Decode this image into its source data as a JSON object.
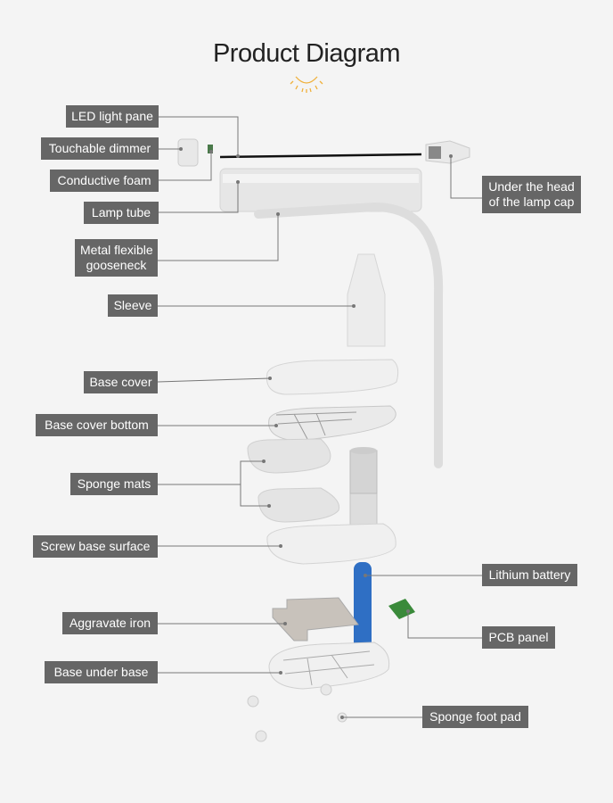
{
  "title": "Product Diagram",
  "labels": {
    "led_light_pane": "LED light pane",
    "touchable_dimmer": "Touchable dimmer",
    "conductive_foam": "Conductive foam",
    "lamp_tube": "Lamp tube",
    "gooseneck_line1": "Metal flexible",
    "gooseneck_line2": "gooseneck",
    "sleeve": "Sleeve",
    "base_cover": "Base cover",
    "base_cover_bottom": "Base cover bottom",
    "sponge_mats": "Sponge mats",
    "screw_base_surface": "Screw base surface",
    "aggravate_iron": "Aggravate iron",
    "base_under_base": "Base under  base",
    "lamp_cap_line1": "Under the head",
    "lamp_cap_line2": "of the lamp cap",
    "lithium_battery": "Lithium battery",
    "pcb_panel": "PCB panel",
    "sponge_foot_pad": "Sponge foot pad"
  },
  "colors": {
    "label_bg": "#666666",
    "accent_sun": "#f0b13c",
    "battery": "#2f6fc4",
    "pcb": "#3a8a3a"
  }
}
